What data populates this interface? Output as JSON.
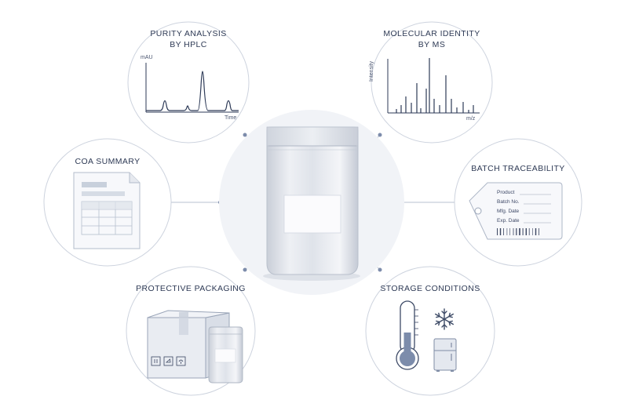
{
  "nodes": {
    "hplc": {
      "title_line1": "PURITY ANALYSIS",
      "title_line2": "BY HPLC",
      "y_axis": "mAU",
      "x_axis": "Time"
    },
    "ms": {
      "title_line1": "MOLECULAR IDENTITY",
      "title_line2": "BY MS",
      "y_axis": "Intensity",
      "x_axis": "m/z"
    },
    "coa": {
      "title": "COA SUMMARY"
    },
    "batch": {
      "title": "BATCH TRACEABILITY",
      "fields": [
        "Product",
        "Batch No.",
        "Mfg. Date",
        "Exp. Date"
      ]
    },
    "packaging": {
      "title": "PROTECTIVE PACKAGING"
    },
    "storage": {
      "title": "STORAGE CONDITIONS"
    }
  },
  "center": {
    "icon": "foil-pouch-icon"
  },
  "icons": [
    "hplc-chromatogram-icon",
    "mass-spectrum-icon",
    "document-icon",
    "tag-icon",
    "box-icon",
    "thermometer-icon",
    "snowflake-icon",
    "freezer-icon"
  ],
  "colors": {
    "outline": "#c9d0dc",
    "line": "#2d3a57",
    "accent": "#8fa0ba",
    "center_bg": "#f1f3f7"
  }
}
